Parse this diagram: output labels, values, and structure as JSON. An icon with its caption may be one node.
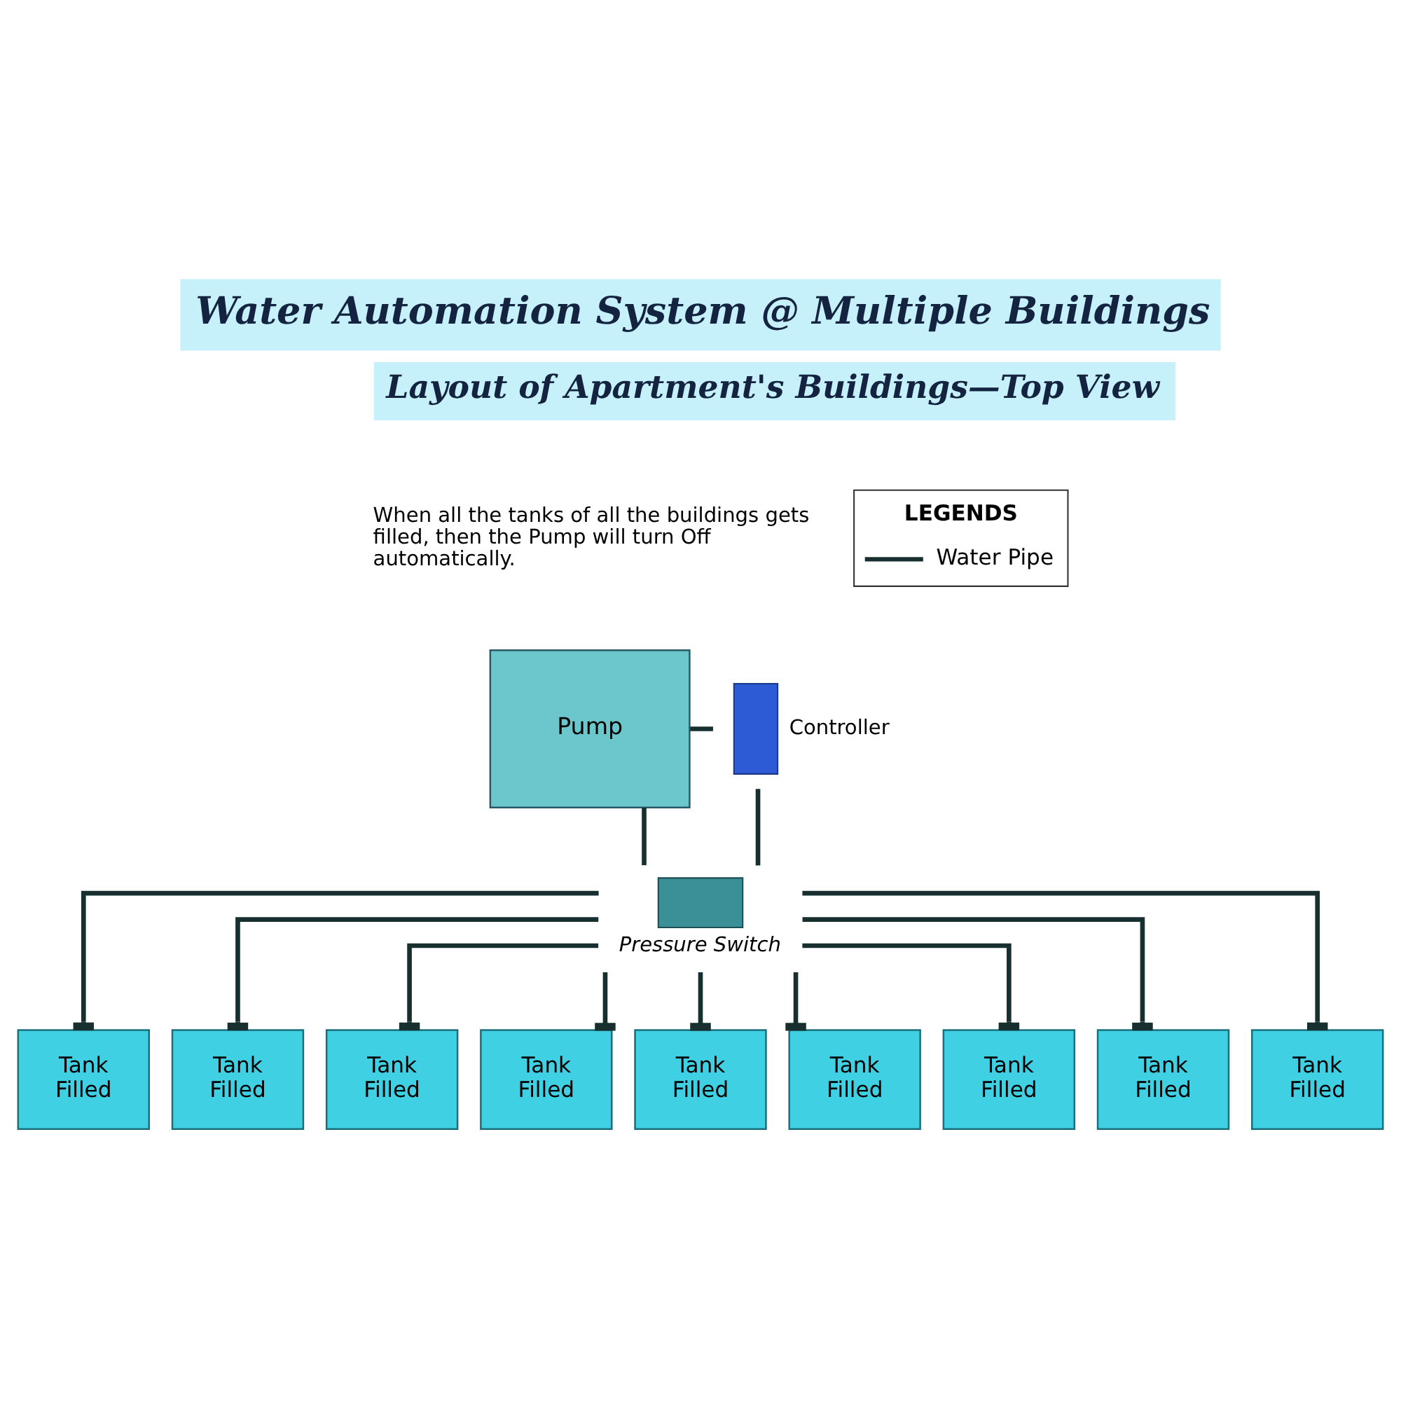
{
  "diagram": {
    "title": "Water Automation System @ Multiple Buildings",
    "nodes": [
      {
        "text": [
          "Pump"
        ]
      },
      {
        "text": [
          "Controller"
        ]
      },
      {
        "text": [
          "Pressure Switch"
        ]
      },
      {
        "text": [
          "Tank Filled"
        ]
      },
      {
        "text": [
          "Tank Filled"
        ]
      },
      {
        "text": [
          "Tank Filled"
        ]
      },
      {
        "text": [
          "Tank Filled"
        ]
      },
      {
        "text": [
          "Tank Filled"
        ]
      },
      {
        "text": [
          "Tank Filled"
        ]
      },
      {
        "text": [
          "Tank Filled"
        ]
      },
      {
        "text": [
          "Tank Filled"
        ]
      },
      {
        "text": [
          "Tank Filled"
        ]
      }
    ],
    "edges": [
      {
        "from": 0,
        "to": 1,
        "arrow": "none"
      },
      {
        "from": 1,
        "to": 2,
        "arrow": "none"
      },
      {
        "from": 0,
        "to": 2,
        "arrow": "none"
      },
      {
        "from": 2,
        "to": 3,
        "arrow": "other"
      },
      {
        "from": 2,
        "to": 4,
        "arrow": "other"
      },
      {
        "from": 2,
        "to": 5,
        "arrow": "other"
      },
      {
        "from": 2,
        "to": 6,
        "arrow": "other"
      },
      {
        "from": 2,
        "to": 7,
        "arrow": "other"
      },
      {
        "from": 2,
        "to": 8,
        "arrow": "other"
      },
      {
        "from": 2,
        "to": 9,
        "arrow": "other"
      },
      {
        "from": 2,
        "to": 10,
        "arrow": "other"
      },
      {
        "from": 2,
        "to": 11,
        "arrow": "other"
      }
    ],
    "labels": [
      "Layout of Apartment's Buildings—Top View",
      "When all the tanks of all the buildings gets filled, then the Pump will turn Off automatically.",
      "LEGENDS"
    ],
    "legend": [
      {
        "text": "Water Pipe"
      }
    ]
  }
}
